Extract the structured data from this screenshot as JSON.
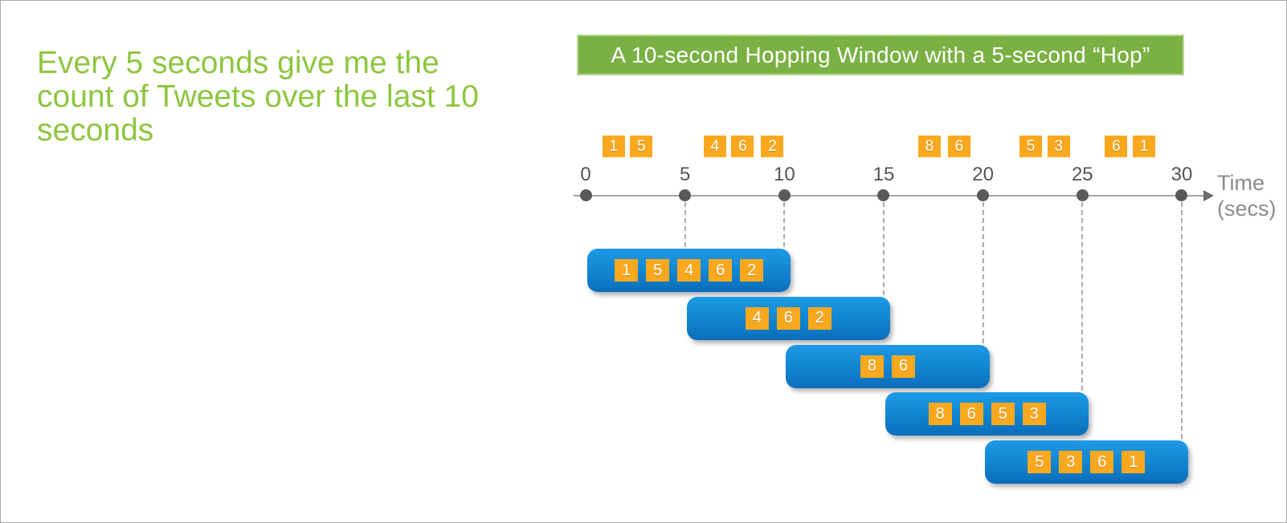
{
  "description": {
    "lines": [
      "Every 5 seconds give me the",
      "count of Tweets over the last 10",
      "seconds"
    ]
  },
  "banner": {
    "label": "A 10-second Hopping Window with a 5-second “Hop”"
  },
  "timeline": {
    "ticks": [
      0,
      5,
      10,
      15,
      20,
      25,
      30
    ],
    "axis_label": {
      "line1": "Time",
      "line2": "(secs)"
    },
    "events": [
      {
        "value": 1,
        "t": 1.4
      },
      {
        "value": 5,
        "t": 2.8
      },
      {
        "value": 4,
        "t": 6.5
      },
      {
        "value": 6,
        "t": 7.9
      },
      {
        "value": 2,
        "t": 9.4
      },
      {
        "value": 8,
        "t": 17.3
      },
      {
        "value": 6,
        "t": 18.8
      },
      {
        "value": 5,
        "t": 22.4
      },
      {
        "value": 3,
        "t": 23.8
      },
      {
        "value": 6,
        "t": 26.7
      },
      {
        "value": 1,
        "t": 28.1
      }
    ]
  },
  "windows": [
    {
      "start": 0,
      "end": 10,
      "values": [
        1,
        5,
        4,
        6,
        2
      ]
    },
    {
      "start": 5,
      "end": 15,
      "values": [
        4,
        6,
        2
      ]
    },
    {
      "start": 10,
      "end": 20,
      "values": [
        8,
        6
      ]
    },
    {
      "start": 15,
      "end": 25,
      "values": [
        8,
        6,
        5,
        3
      ]
    },
    {
      "start": 20,
      "end": 30,
      "values": [
        5,
        3,
        6,
        1
      ]
    }
  ],
  "dashed_drops": [
    {
      "t": 5,
      "row": 0
    },
    {
      "t": 10,
      "row": 0
    },
    {
      "t": 15,
      "row": 1
    },
    {
      "t": 20,
      "row": 2
    },
    {
      "t": 25,
      "row": 3
    },
    {
      "t": 30,
      "row": 4
    }
  ],
  "colors": {
    "accent_green_text": "#8DC63F",
    "banner_green": "#7BB144",
    "window_blue_top": "#1E9AE6",
    "window_blue_bottom": "#0B6DBB",
    "event_orange": "#FAA81E",
    "axis_gray": "#A5A5A5",
    "dot_gray": "#58595B",
    "label_gray": "#8C8C8C"
  }
}
